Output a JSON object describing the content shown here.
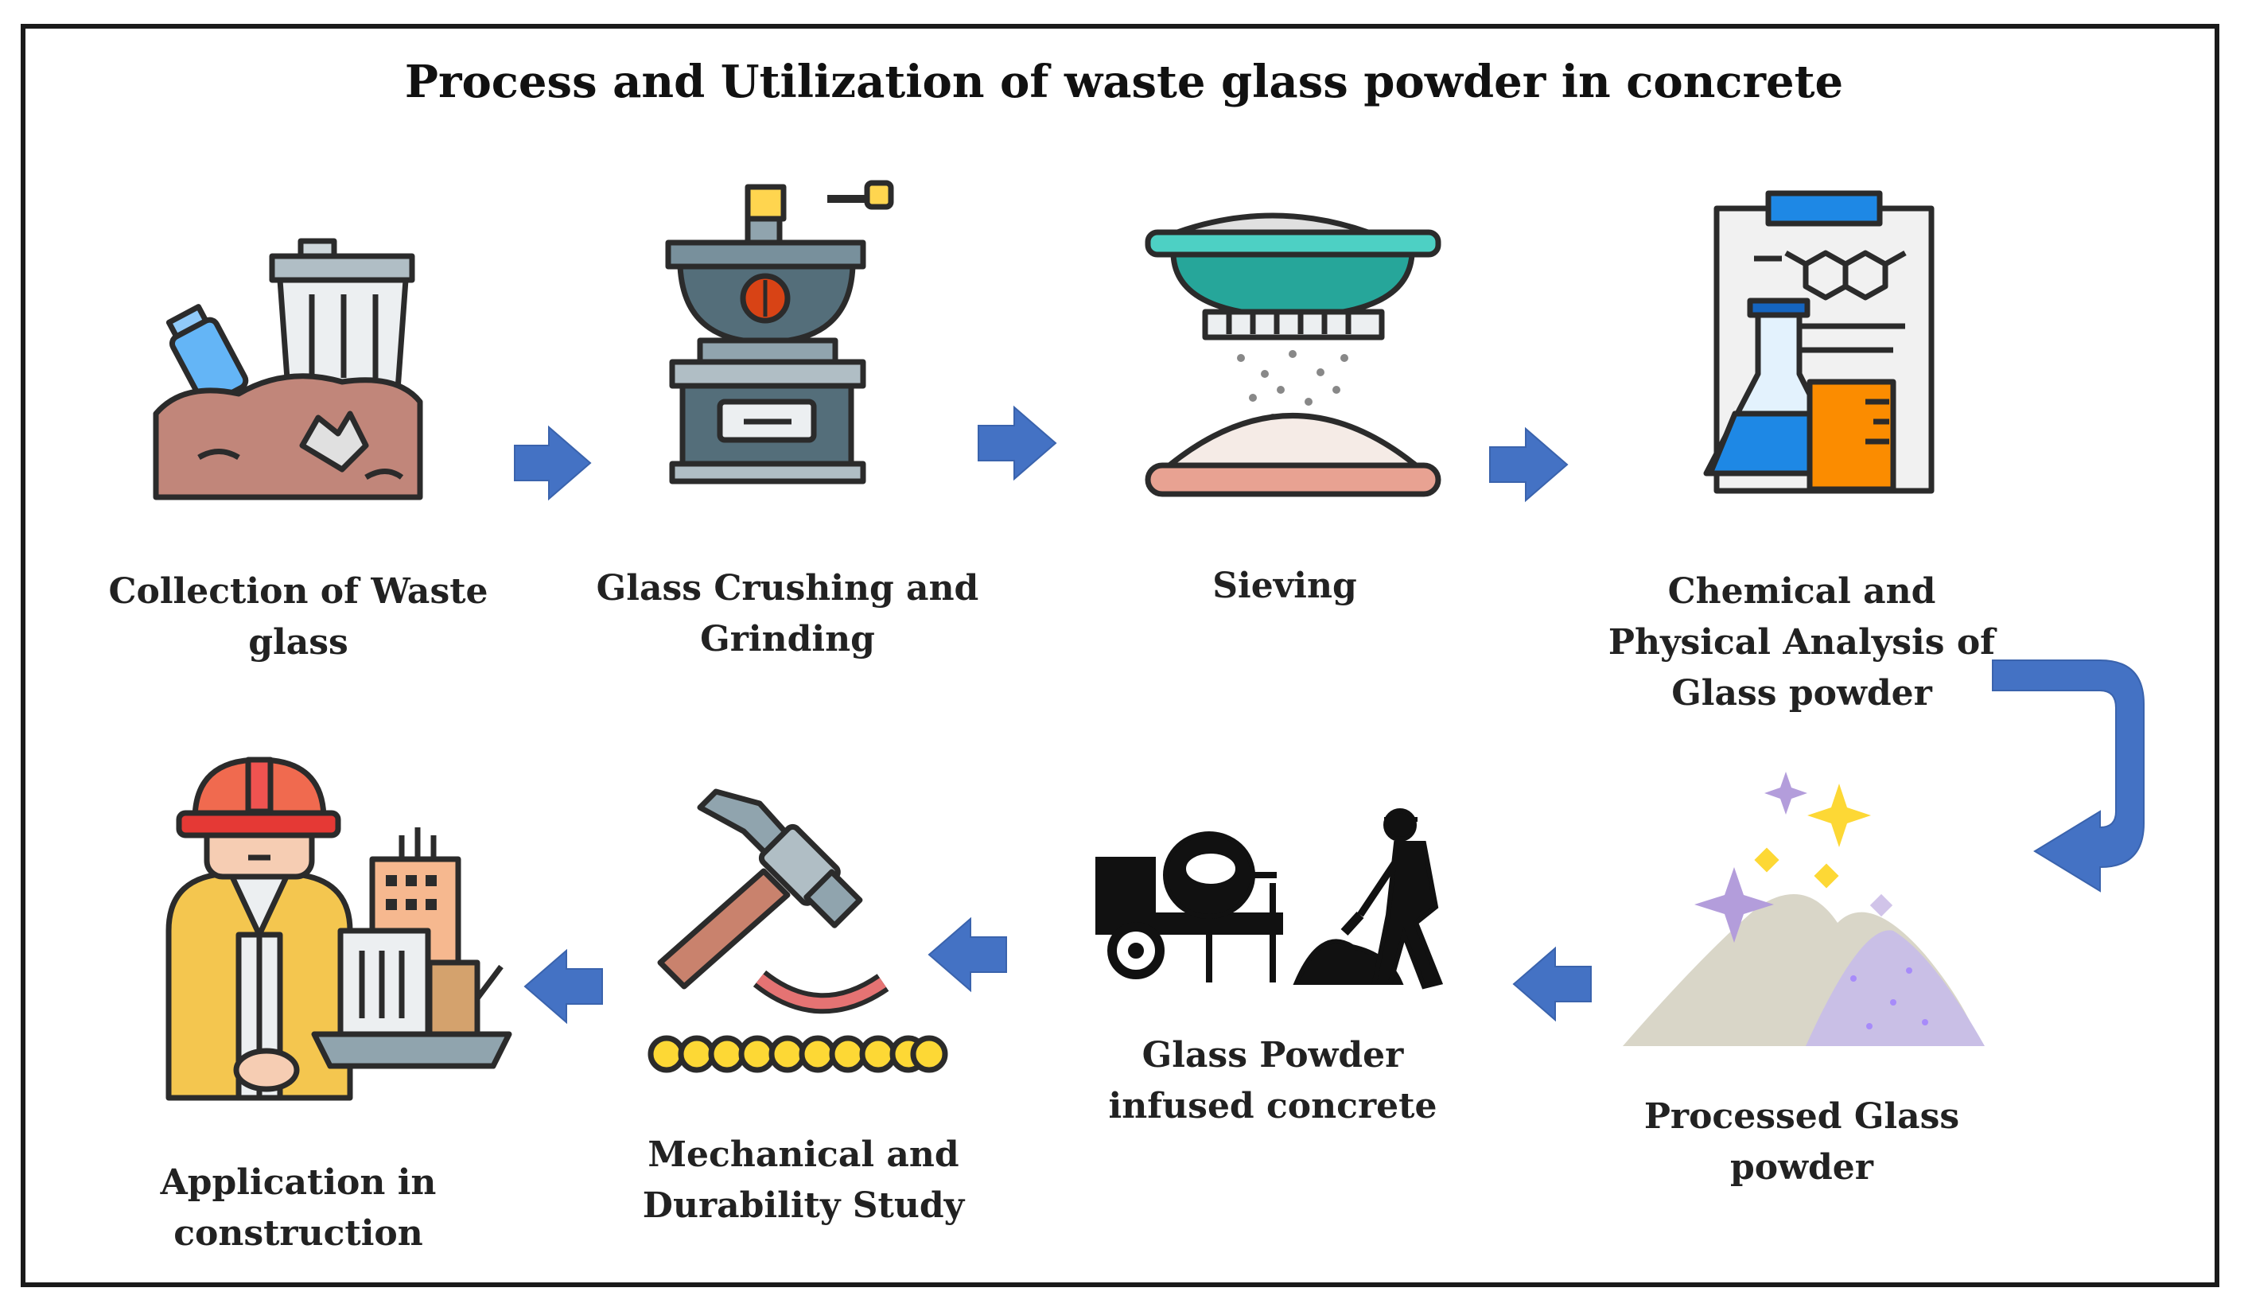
{
  "title": "Process and Utilization  of waste glass powder in concrete",
  "steps": [
    {
      "lines": [
        "Collection of Waste",
        "glass"
      ],
      "icon": "trash-can-landfill-icon"
    },
    {
      "lines": [
        "Glass Crushing and",
        "Grinding"
      ],
      "icon": "grinder-icon"
    },
    {
      "lines": [
        "Sieving"
      ],
      "icon": "sieve-icon"
    },
    {
      "lines": [
        "Chemical and",
        "Physical Analysis of",
        "Glass powder"
      ],
      "icon": "lab-analysis-icon"
    },
    {
      "lines": [
        "Processed Glass",
        "powder"
      ],
      "icon": "sparkling-powder-icon"
    },
    {
      "lines": [
        "Glass Powder",
        "infused concrete"
      ],
      "icon": "concrete-mixer-worker-icon"
    },
    {
      "lines": [
        "Mechanical and",
        "Durability  Study"
      ],
      "icon": "hammer-test-icon"
    },
    {
      "lines": [
        "Application in",
        "construction"
      ],
      "icon": "construction-worker-icon"
    }
  ],
  "colors": {
    "arrow": "#4472c4",
    "border": "#1a1a1a",
    "text": "#222222"
  }
}
